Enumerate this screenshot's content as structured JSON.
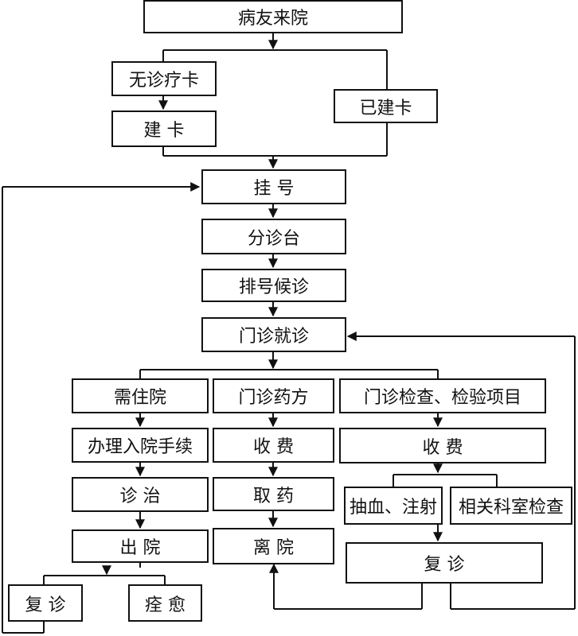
{
  "flow": {
    "visit": "病友来院",
    "no_card": "无诊疗卡",
    "create_card": "建 卡",
    "has_card": "已建卡",
    "register": "挂 号",
    "triage": "分诊台",
    "queue": "排号候诊",
    "outpatient_visit": "门诊就诊",
    "need_hospitalization": "需住院",
    "admission_procedure": "办理入院手续",
    "treatment": "诊 治",
    "discharge": "出 院",
    "follow_up_left": "复 诊",
    "recovered": "痊 愈",
    "outpatient_prescription": "门诊药方",
    "pay_pharmacy": "收 费",
    "collect_medicine": "取 药",
    "leave_hospital": "离 院",
    "outpatient_tests": "门诊检查、检验项目",
    "pay_tests": "收 费",
    "blood_injection": "抽血、注射",
    "dept_exam": "相关科室检查",
    "follow_up_right": "复 诊"
  }
}
